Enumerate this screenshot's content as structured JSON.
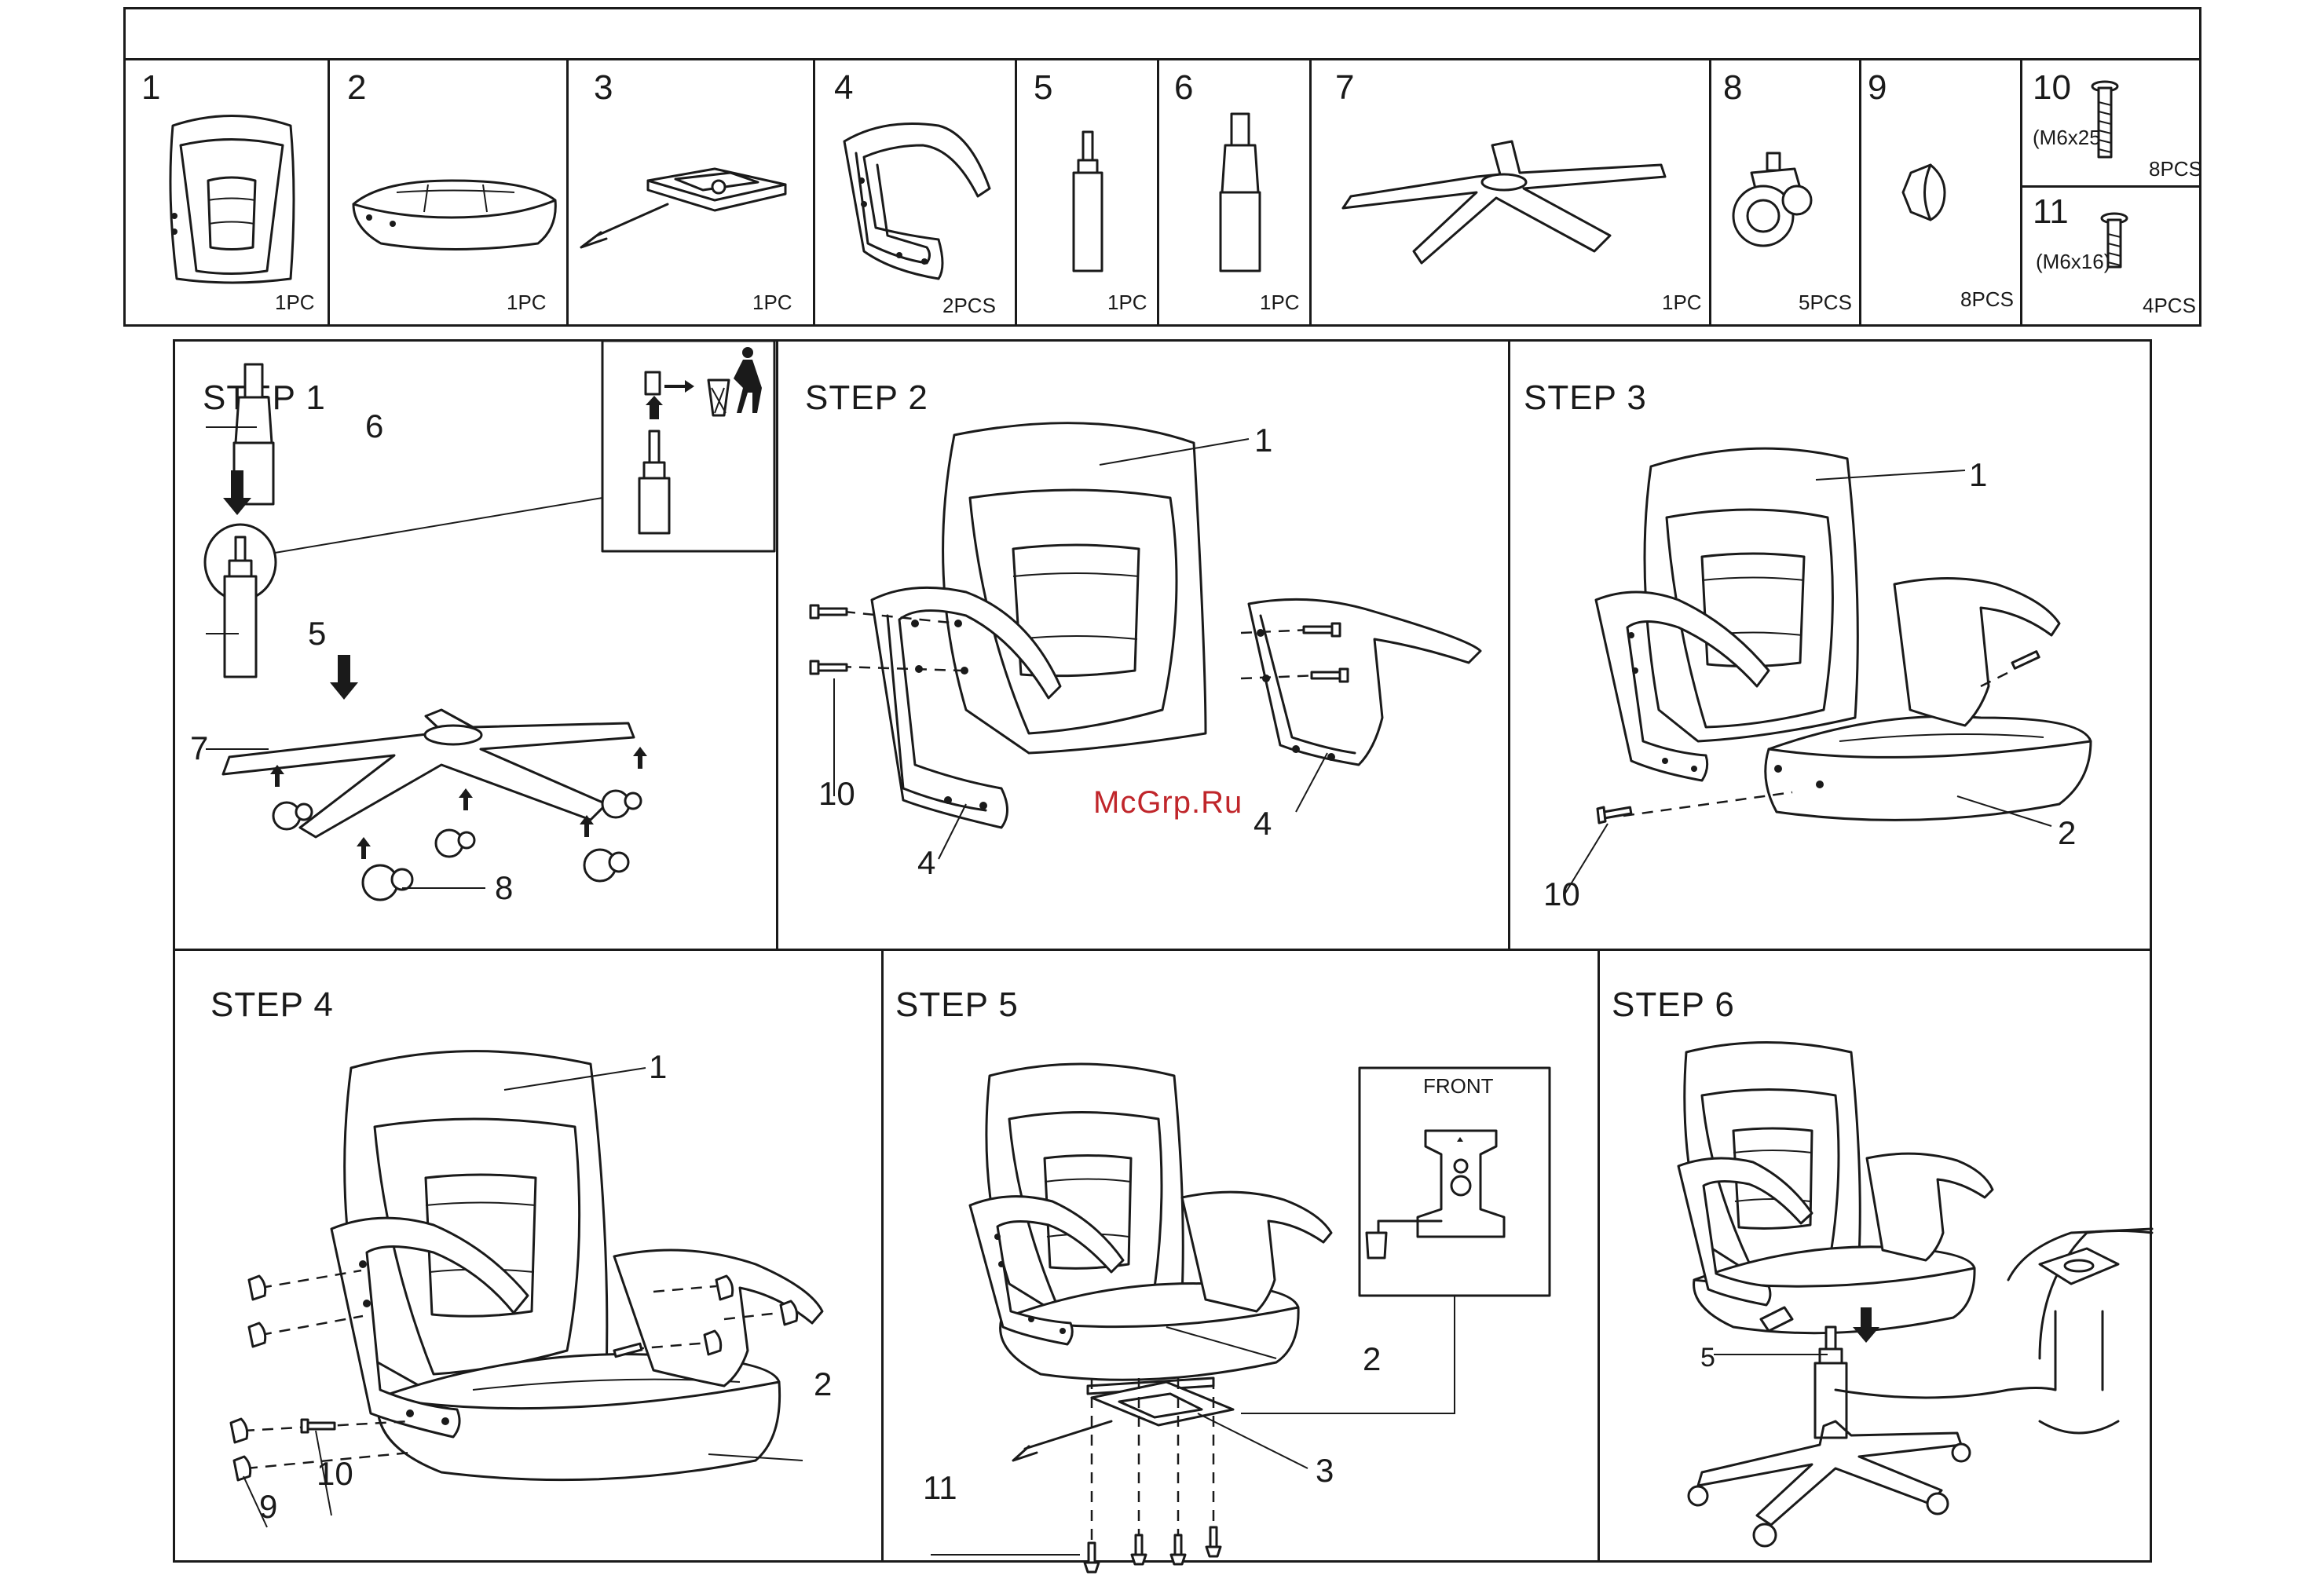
{
  "parts": [
    {
      "number": "1",
      "qty": "1PC",
      "icon": "chair-back-icon"
    },
    {
      "number": "2",
      "qty": "1PC",
      "icon": "seat-cushion-icon"
    },
    {
      "number": "3",
      "qty": "1PC",
      "icon": "seat-mechanism-icon"
    },
    {
      "number": "4",
      "qty": "2PCS",
      "icon": "armrest-icon"
    },
    {
      "number": "5",
      "qty": "1PC",
      "icon": "gas-lift-icon"
    },
    {
      "number": "6",
      "qty": "1PC",
      "icon": "gas-lift-cover-icon"
    },
    {
      "number": "7",
      "qty": "1PC",
      "icon": "star-base-icon"
    },
    {
      "number": "8",
      "qty": "5PCS",
      "icon": "caster-wheel-icon"
    },
    {
      "number": "9",
      "qty": "8PCS",
      "icon": "bolt-cap-icon"
    },
    {
      "number": "10",
      "spec": "(M6x25)",
      "qty": "8PCS",
      "icon": "bolt-long-icon"
    },
    {
      "number": "11",
      "spec": "(M6x16)",
      "qty": "4PCS",
      "icon": "bolt-short-icon"
    }
  ],
  "steps": [
    {
      "title": "STEP 1",
      "callouts": [
        "6",
        "5",
        "7",
        "8"
      ]
    },
    {
      "title": "STEP 2",
      "callouts": [
        "1",
        "10",
        "4",
        "4"
      ]
    },
    {
      "title": "STEP 3",
      "callouts": [
        "1",
        "2",
        "10"
      ]
    },
    {
      "title": "STEP 4",
      "callouts": [
        "1",
        "2",
        "10",
        "9"
      ]
    },
    {
      "title": "STEP 5",
      "callouts": [
        "2",
        "3",
        "11"
      ],
      "inset_label": "FRONT"
    },
    {
      "title": "STEP 6",
      "callouts": [
        "5"
      ]
    }
  ],
  "watermark": "McGrp.Ru",
  "colors": {
    "line": "#1a1a1a",
    "watermark": "#c0262b",
    "background": "#ffffff"
  }
}
